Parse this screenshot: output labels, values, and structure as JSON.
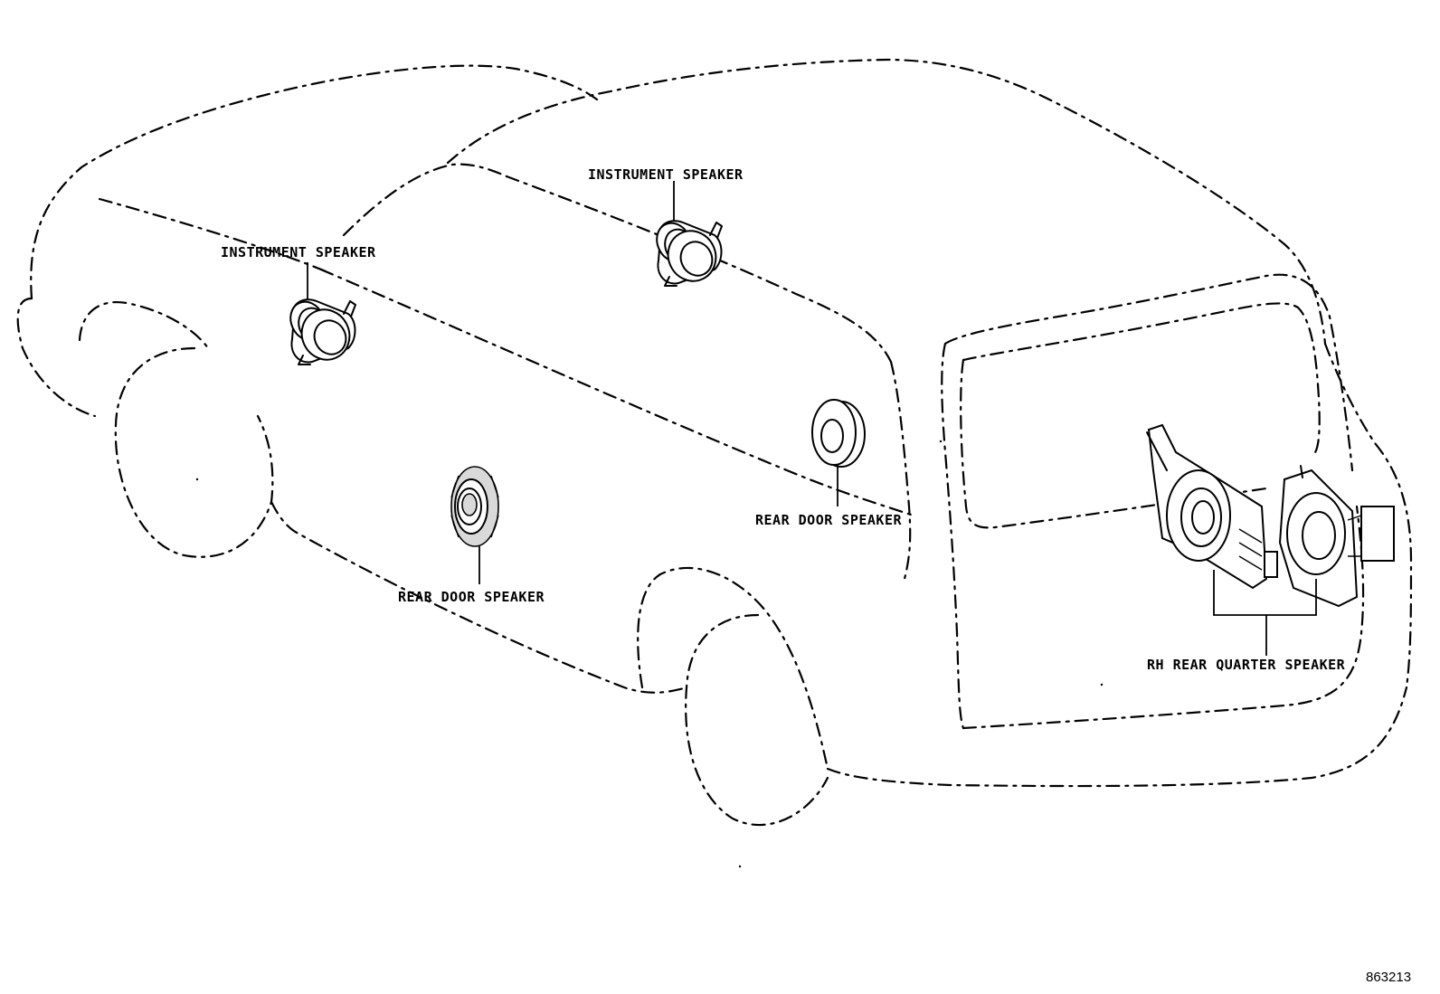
{
  "labels": {
    "instrument_speaker_left": "INSTRUMENT SPEAKER",
    "instrument_speaker_right": "INSTRUMENT SPEAKER",
    "rear_door_speaker_front": "REAR DOOR SPEAKER",
    "rear_door_speaker_rear": "REAR DOOR SPEAKER",
    "rh_rear_quarter_speaker": "RH REAR QUARTER SPEAKER"
  },
  "figure_number": "863213",
  "colors": {
    "line": "#000000",
    "background": "#ffffff"
  }
}
